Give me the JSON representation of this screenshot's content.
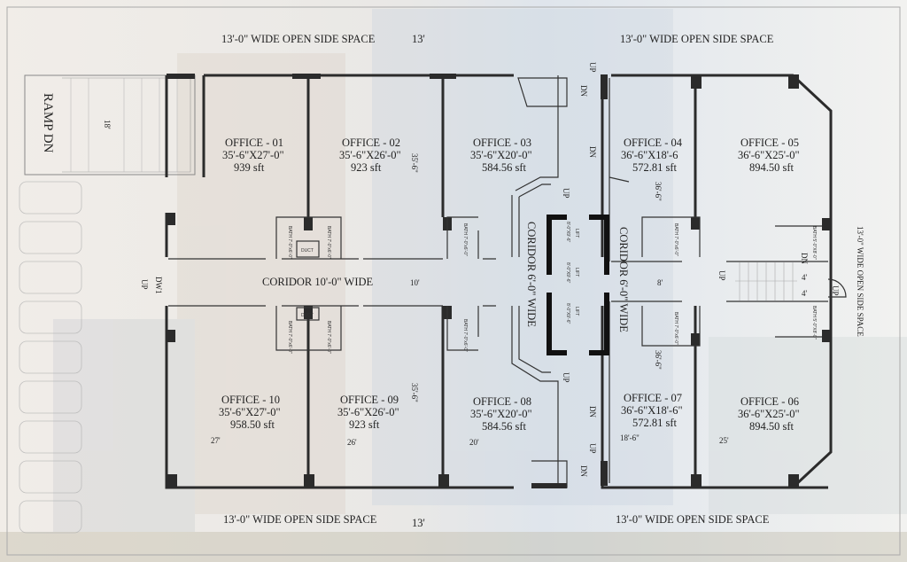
{
  "side_space": {
    "top_left": "13'-0\" WIDE OPEN SIDE SPACE",
    "top_right": "13'-0\" WIDE OPEN SIDE SPACE",
    "bottom_left": "13'-0\" WIDE OPEN SIDE SPACE",
    "bottom_right": "13'-0\" WIDE OPEN SIDE SPACE",
    "right": "13'-0\" WIDE OPEN SIDE SPACE",
    "top_dim": "13'",
    "bottom_dim": "13'"
  },
  "ramp": {
    "label": "RAMP DN",
    "dim": "18'"
  },
  "offices": [
    {
      "name": "OFFICE - 01",
      "size": "35'-6\"X27'-0\"",
      "area": "939 sft"
    },
    {
      "name": "OFFICE - 02",
      "size": "35'-6\"X26'-0\"",
      "area": "923 sft"
    },
    {
      "name": "OFFICE - 03",
      "size": "35'-6\"X20'-0\"",
      "area": "584.56 sft"
    },
    {
      "name": "OFFICE - 04",
      "size": "36'-6\"X18'-6",
      "area": "572.81 sft"
    },
    {
      "name": "OFFICE - 05",
      "size": "36'-6\"X25'-0\"",
      "area": "894.50 sft"
    },
    {
      "name": "OFFICE - 06",
      "size": "36'-6\"X25'-0\"",
      "area": "894.50 sft"
    },
    {
      "name": "OFFICE - 07",
      "size": "36'-6\"X18'-6\"",
      "area": "572.81 sft"
    },
    {
      "name": "OFFICE - 08",
      "size": "35'-6\"X20'-0\"",
      "area": "584.56 sft"
    },
    {
      "name": "OFFICE - 09",
      "size": "35'-6\"X26'-0\"",
      "area": "923 sft"
    },
    {
      "name": "OFFICE - 10",
      "size": "35'-6\"X27'-0\"",
      "area": "958.50 sft"
    }
  ],
  "corridors": {
    "main": "CORIDOR 10'-0\" WIDE",
    "left": "CORIDOR 6'-0\" WIDE",
    "right": "CORIDOR 6'-0\" WIDE",
    "main_dim": "10'",
    "right_dim": "8'"
  },
  "dims": {
    "upper_depth": "35'-6\"",
    "lower_depth": "35'-6\"",
    "o4_depth": "36'-6\"",
    "o7_depth": "36'-6\"",
    "w10": "27'",
    "w09": "26'",
    "w08": "20'",
    "w07": "18'-6\"",
    "w06": "25'",
    "stair_a": "4'",
    "stair_b": "4'"
  },
  "lifts": [
    {
      "label": "LIFT",
      "size": "8'-0\"X9'-6\""
    },
    {
      "label": "LIFT",
      "size": "8'-0\"X9'-6\""
    },
    {
      "label": "LIFT",
      "size": "8'-0\"X9'-6\""
    }
  ],
  "baths": {
    "b1": "BATH 7'-0\"x6'-0\"",
    "b2": "BATH 7'-0\"x6'-0\"",
    "b3": "BATH 7'-0\"x6'-0\"",
    "b4": "BATH 7'-0\"x6'-0\"",
    "b5": "BATH 5'-0\"X8'-0\"",
    "b6": "BATH 5'-0\"X8'-0\"",
    "b7": "BATH 7'-0\"x6'-0\"",
    "b8": "BATH 7'-0\"x6'-0\"",
    "b9": "BATH 7'-0\"x6'-0\"",
    "b10": "BATH 7'-0\"x6'-0\"",
    "duct_top": "DUCT",
    "duct_bottom": "DUCT"
  },
  "stairs": {
    "up": "UP",
    "dn": "DN",
    "dwi": "DW1"
  }
}
